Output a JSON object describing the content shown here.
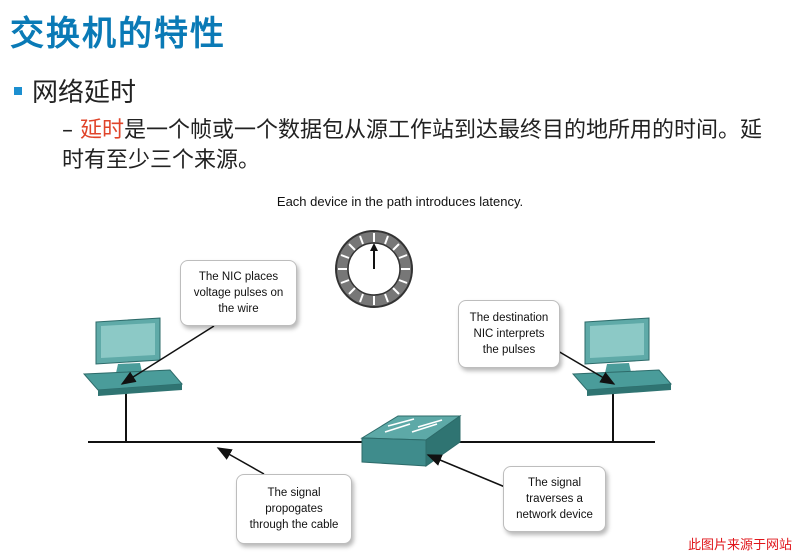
{
  "slide": {
    "title": "交换机的特性",
    "bullet": "网络延时",
    "sub_dash": "–",
    "sub_highlight": "延时",
    "sub_text": "是一个帧或一个数据包从源工作站到达最终目的地所用的时间。延时有至少三个来源。"
  },
  "figure": {
    "caption": "Each device in the path introduces latency.",
    "callouts": {
      "nic_places": "The NIC places\nvoltage pulses on\nthe wire",
      "destination": "The destination\nNIC interprets\nthe pulses",
      "propagates": "The signal\npropogates\nthrough the cable",
      "traverses": "The signal\ntraverses a\nnetwork device"
    },
    "colors": {
      "pc": "#4a9c9a",
      "switch": "#3f8c8c",
      "cable": "#111111"
    }
  },
  "footer": {
    "note": "此图片来源于网站"
  }
}
